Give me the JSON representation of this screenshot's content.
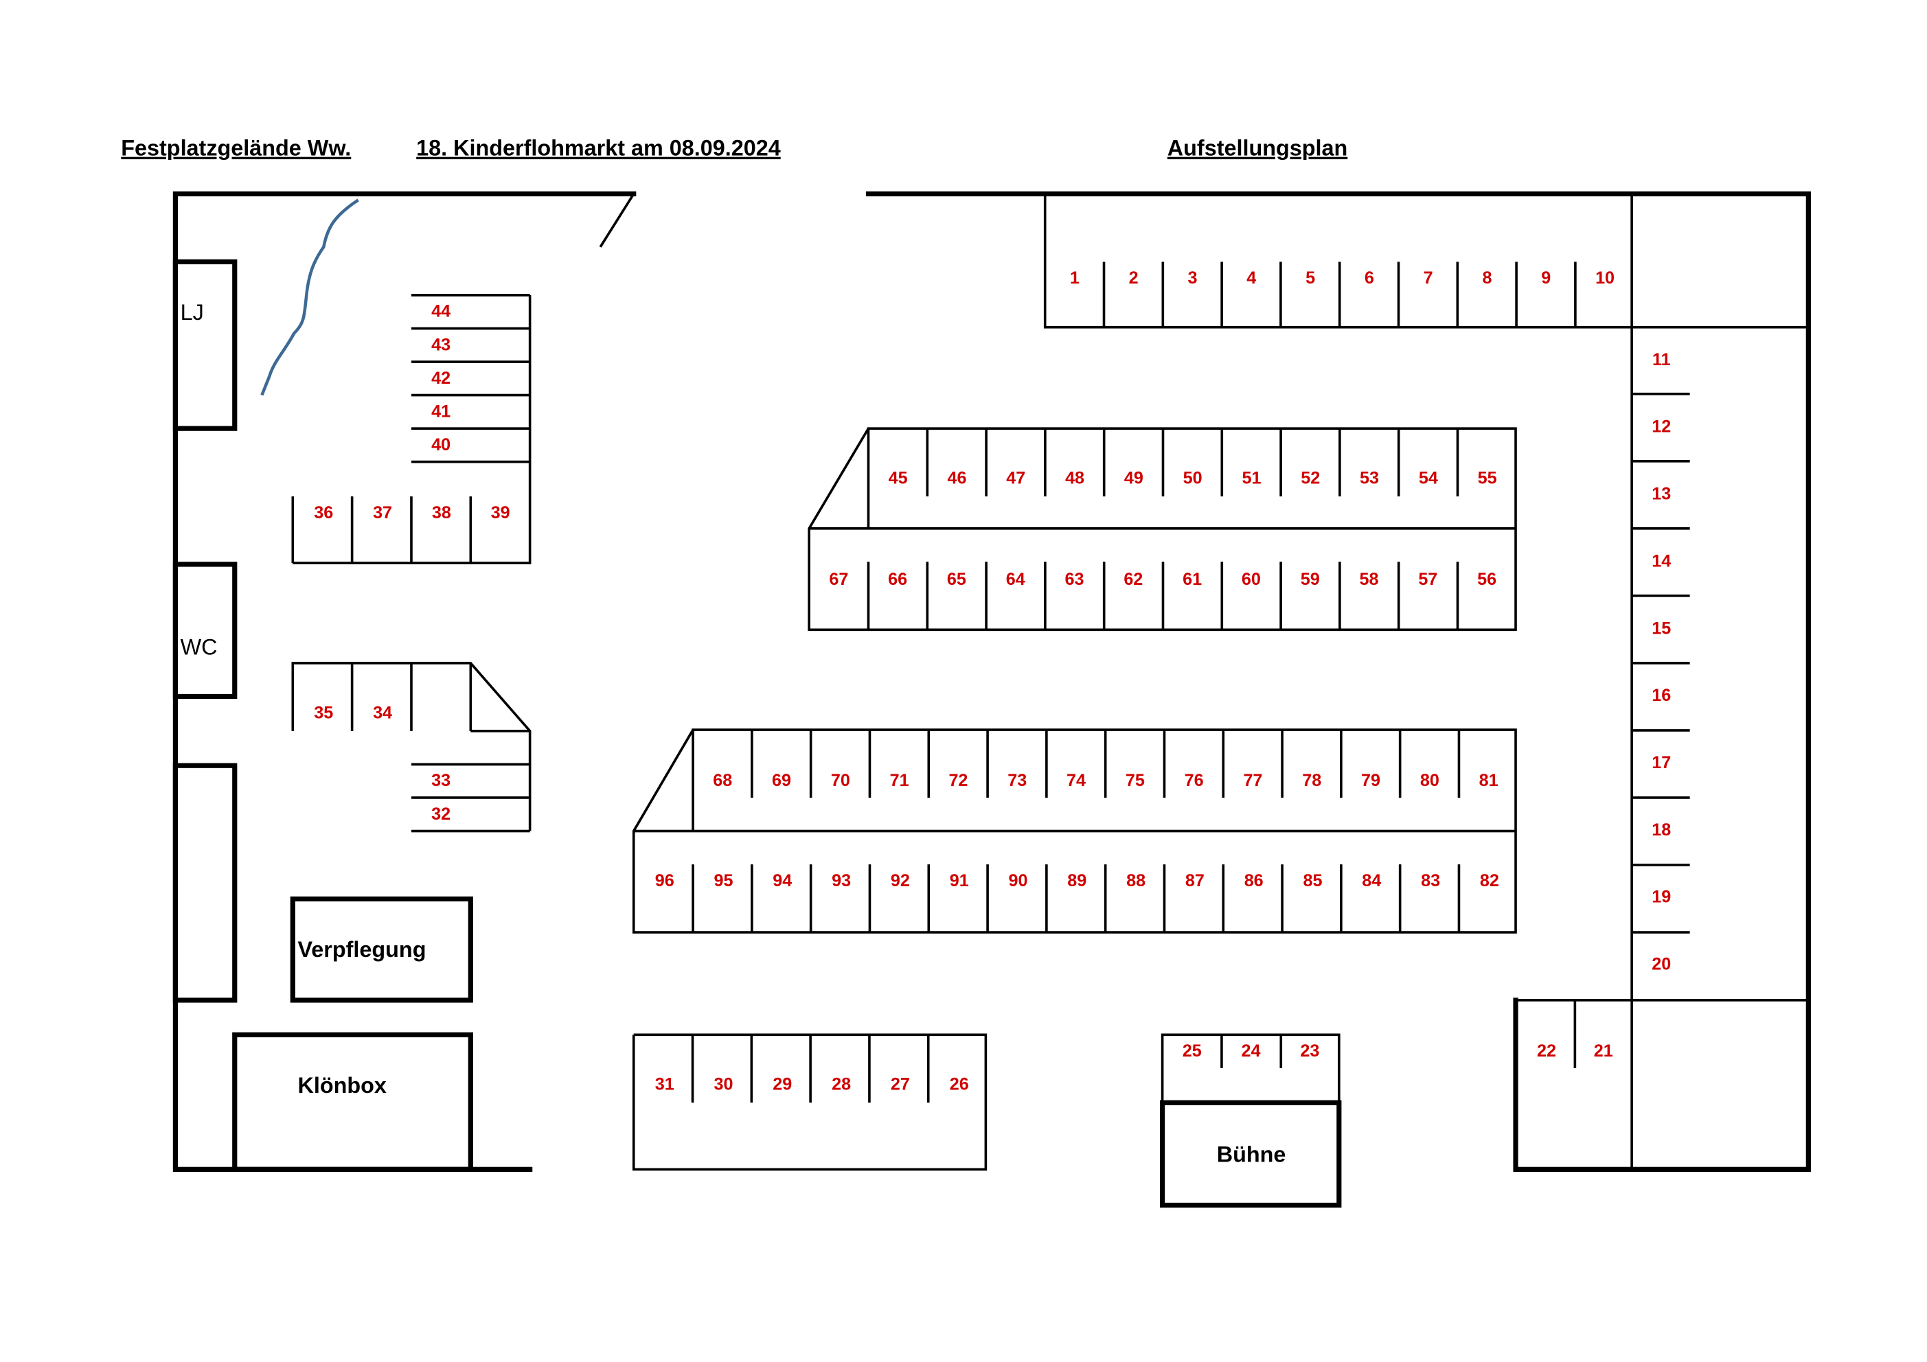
{
  "header": {
    "location": "Festplatzgelände Ww.",
    "event": "18. Kinderflohmarkt am 08.09.2024",
    "plan_title": "Aufstellungsplan"
  },
  "facilities": {
    "lj": "LJ",
    "wc": "WC",
    "catering": "Verpflegung",
    "klonbox": "Klönbox",
    "stage": "Bühne"
  },
  "booths": {
    "row_1_10": [
      "1",
      "2",
      "3",
      "4",
      "5",
      "6",
      "7",
      "8",
      "9",
      "10"
    ],
    "col_11_20": [
      "11",
      "12",
      "13",
      "14",
      "15",
      "16",
      "17",
      "18",
      "19",
      "20"
    ],
    "pair_22_21": [
      "22",
      "21"
    ],
    "stage_23_25": [
      "25",
      "24",
      "23"
    ],
    "row_26_31": [
      "31",
      "30",
      "29",
      "28",
      "27",
      "26"
    ],
    "pair_35_34": [
      "35",
      "34"
    ],
    "stack_33_32": [
      "33",
      "32"
    ],
    "row_36_39": [
      "36",
      "37",
      "38",
      "39"
    ],
    "stack_44_40": [
      "44",
      "43",
      "42",
      "41",
      "40"
    ],
    "row_45_55": [
      "45",
      "46",
      "47",
      "48",
      "49",
      "50",
      "51",
      "52",
      "53",
      "54",
      "55"
    ],
    "row_67_56": [
      "67",
      "66",
      "65",
      "64",
      "63",
      "62",
      "61",
      "60",
      "59",
      "58",
      "57",
      "56"
    ],
    "row_68_81": [
      "68",
      "69",
      "70",
      "71",
      "72",
      "73",
      "74",
      "75",
      "76",
      "77",
      "78",
      "79",
      "80",
      "81"
    ],
    "row_96_82": [
      "96",
      "95",
      "94",
      "93",
      "92",
      "91",
      "90",
      "89",
      "88",
      "87",
      "86",
      "85",
      "84",
      "83",
      "82"
    ]
  },
  "colors": {
    "booth_number": "#d00000",
    "stream": "#3d6a94"
  }
}
